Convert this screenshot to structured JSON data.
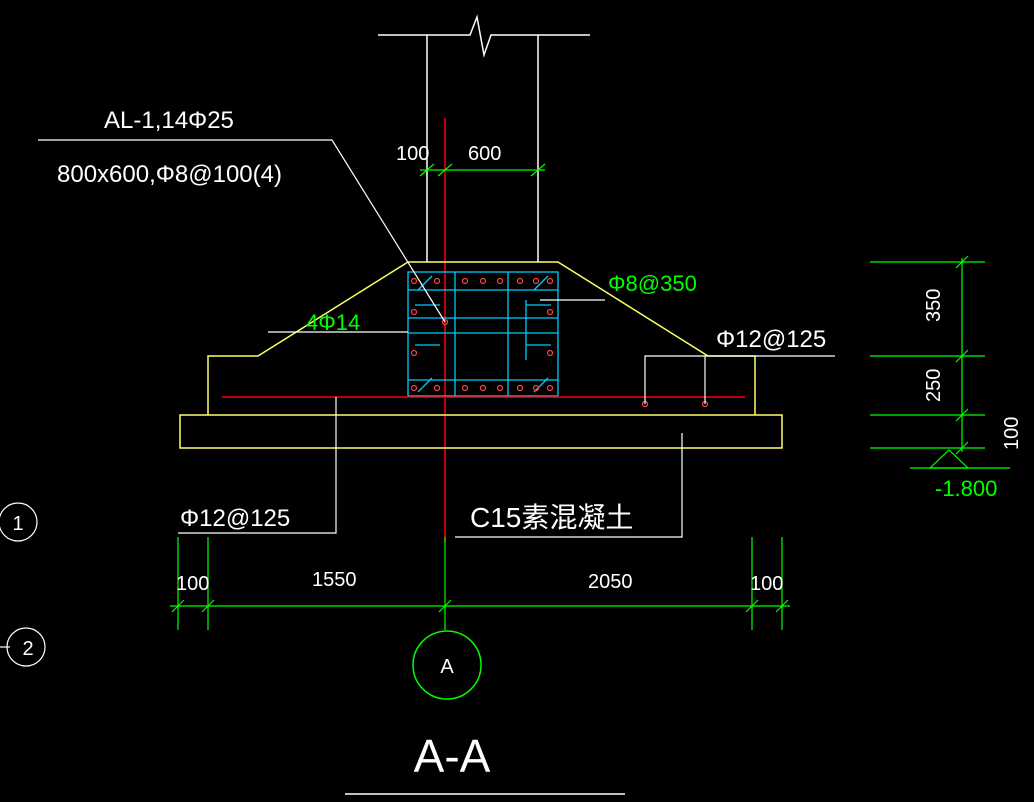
{
  "annotations": {
    "beam_label_1": "AL-1,14Φ25",
    "beam_label_2": "800x600,Φ8@100(4)",
    "stirrup_label": "Φ8@350",
    "side_bar_label": "4Φ14",
    "right_bar_label": "Φ12@125",
    "bottom_bar_label": "Φ12@125",
    "concrete_label": "C15素混凝土",
    "elevation": "-1.800"
  },
  "dimensions": {
    "col_left": "100",
    "col_width": "600",
    "right_350": "350",
    "right_250": "250",
    "right_100": "100",
    "bottom_100_left": "100",
    "bottom_1550": "1550",
    "bottom_2050": "2050",
    "bottom_100_right": "100"
  },
  "markers": {
    "grid_1": "1",
    "grid_2": "2",
    "axis_a": "A"
  },
  "section_title": "A-A",
  "colors": {
    "background": "#000000",
    "outline": "#ffffff",
    "foundation": "#ffff66",
    "rebar": "#00ccff",
    "centerline": "#ff0000",
    "dimension": "#00ff00"
  }
}
